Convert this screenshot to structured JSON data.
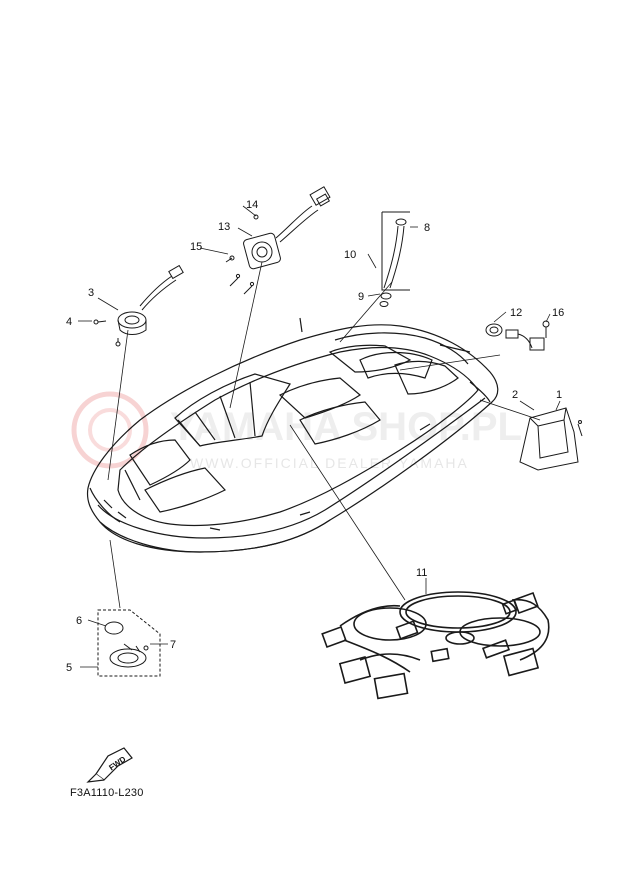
{
  "diagram_code": "F3A1110-L230",
  "fwd_label": "FWD",
  "watermark": {
    "main": "YAMAHA SHOP.PL",
    "sub": "WWW.OFFICIAL DEALER YAMAHA"
  },
  "callouts": {
    "c1": "1",
    "c2": "2",
    "c3": "3",
    "c4": "4",
    "c5": "5",
    "c6": "6",
    "c7": "7",
    "c8": "8",
    "c9": "9",
    "c10": "10",
    "c11": "11",
    "c12": "12",
    "c13": "13",
    "c14": "14",
    "c15": "15",
    "c16": "16"
  },
  "colors": {
    "line": "#1a1a1a",
    "watermark_red": "#e05050"
  }
}
